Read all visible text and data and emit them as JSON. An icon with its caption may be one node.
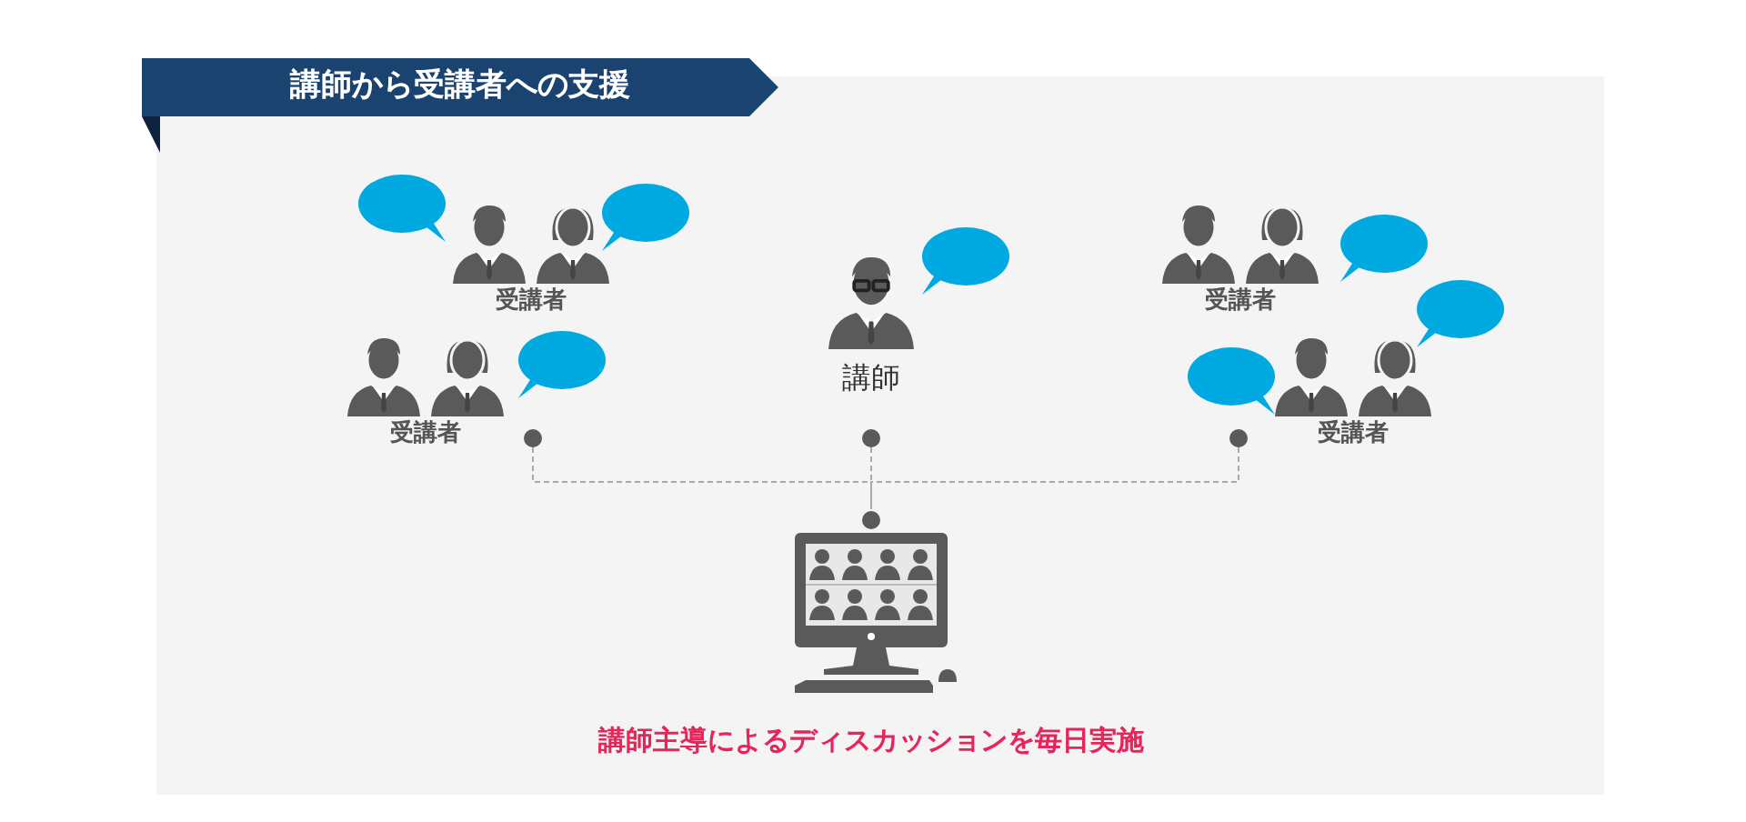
{
  "diagram": {
    "title": "講師から受講者への支援",
    "nodes": [
      {
        "text": [
          "受講者"
        ]
      },
      {
        "text": [
          "受講者"
        ]
      },
      {
        "text": [
          "講師"
        ]
      },
      {
        "text": [
          "受講者"
        ]
      },
      {
        "text": [
          "受講者"
        ]
      },
      {
        "text": [],
        "shape": "circle"
      },
      {
        "text": [],
        "shape": "circle"
      },
      {
        "text": [],
        "shape": "circle"
      },
      {
        "text": [],
        "shape": "picture"
      }
    ],
    "edges": [
      {
        "from": 5,
        "to": 8,
        "arrow": "none",
        "style": "dashed"
      },
      {
        "from": 6,
        "to": 8,
        "arrow": "none",
        "style": "dashed"
      },
      {
        "from": 7,
        "to": 8,
        "arrow": "none",
        "style": "dashed"
      }
    ],
    "labels": [
      "講師主導によるディスカッションを毎日実施"
    ]
  }
}
